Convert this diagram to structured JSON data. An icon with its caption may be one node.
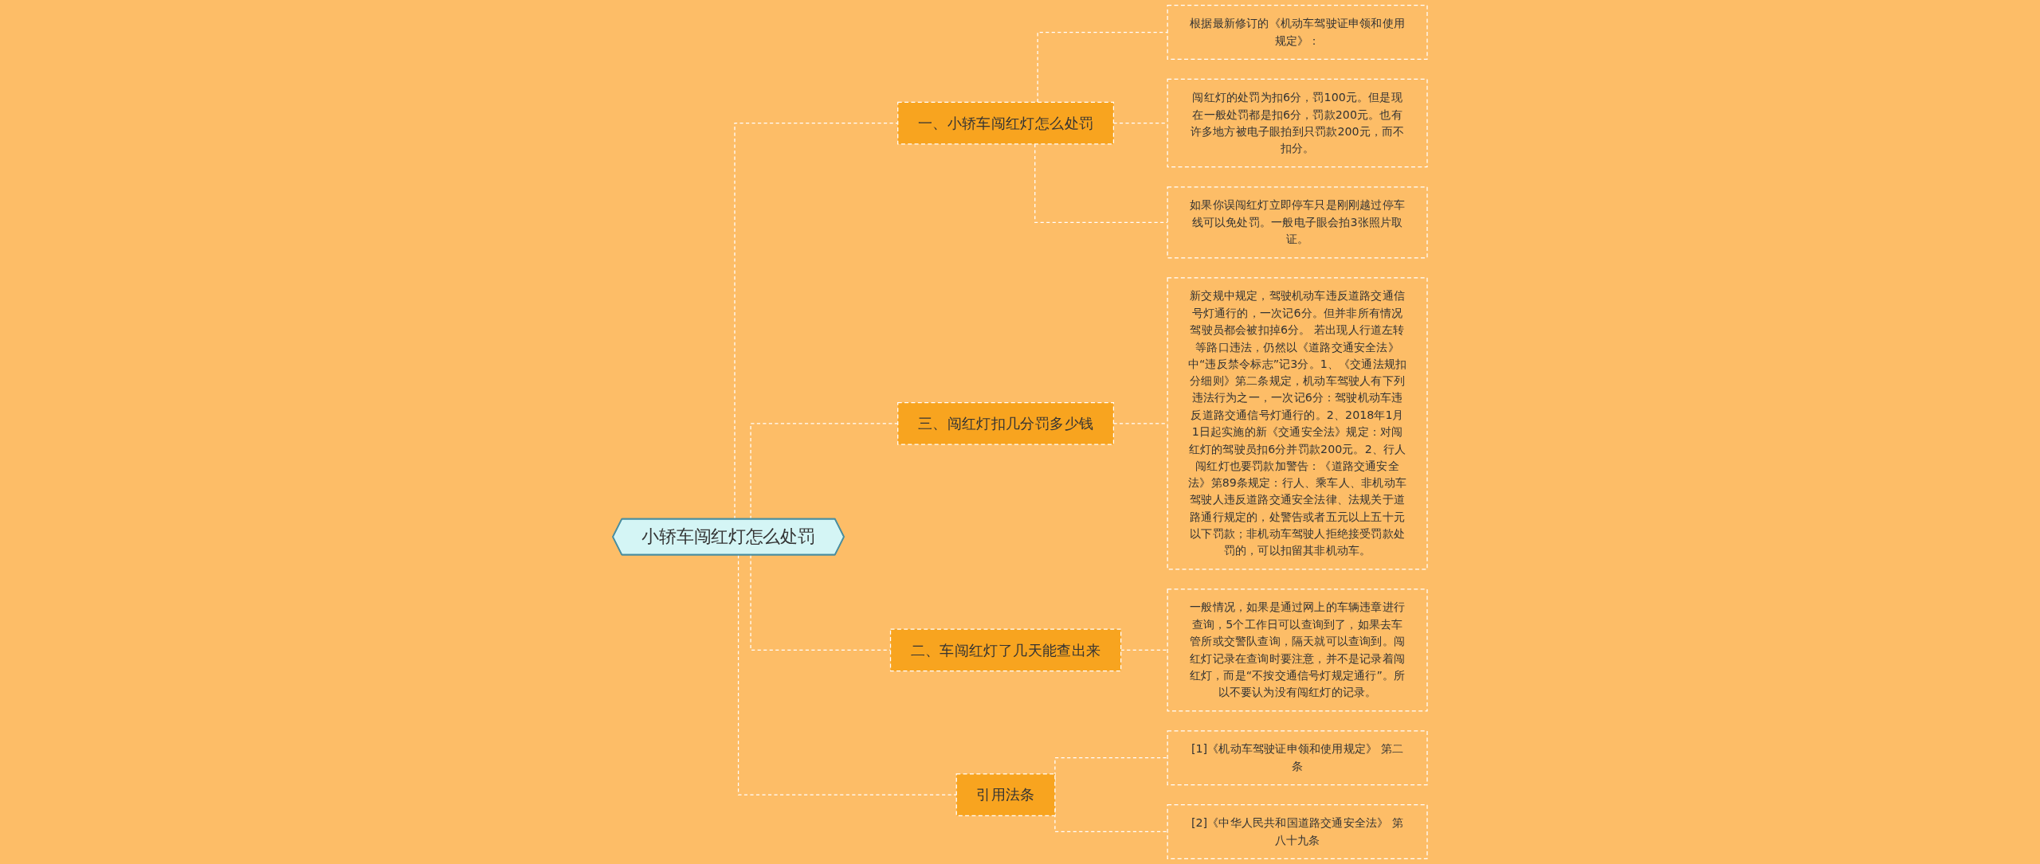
{
  "diagram": {
    "nodes": [
      {
        "text": [
          "小轿车闯红灯怎么处罚"
        ]
      },
      {
        "text": [
          "一、小轿车闯红灯怎么处罚"
        ]
      },
      {
        "text": [
          "根据最新修订的《机动车驾驶证申领和使用规定》："
        ]
      },
      {
        "text": [
          "闯红灯的处罚为扣6分，罚100元。但是现在一般处罚都是扣6分，罚款200元。也有许多地方被电子眼拍到只罚款200元，而不扣分。"
        ]
      },
      {
        "text": [
          "如果你误闯红灯立即停车只是刚刚越过停车线可以免处罚。一般电子眼会拍3张照片取证。"
        ]
      },
      {
        "text": [
          "三、闯红灯扣几分罚多少钱"
        ]
      },
      {
        "text": [
          "新交规中规定，驾驶机动车违反道路交通信号灯通行的，一次记6分。但并非所有情况驾驶员都会被扣掉6分。 若出现人行道左转等路口违法，仍然以《道路交通安全法》中“违反禁令标志”记3分。1、《交通法规扣分细则》第二条规定，机动车驾驶人有下列违法行为之一，一次记6分：驾驶机动车违反道路交通信号灯通行的。2、2018年1月1日起实施的新《交通安全法》规定：对闯红灯的驾驶员扣6分并罚款200元。2、行人闯红灯也要罚款加警告：《道路交通安全法》第89条规定：行人、乘车人、非机动车驾驶人违反道路交通安全法律、法规关于道路通行规定的，处警告或者五元以上五十元以下罚款；非机动车驾驶人拒绝接受罚款处罚的，可以扣留其非机动车。"
        ]
      },
      {
        "text": [
          "二、车闯红灯了几天能查出来"
        ]
      },
      {
        "text": [
          "一般情况，如果是通过网上的车辆违章进行查询，5个工作日可以查询到了，如果去车管所或交警队查询，隔天就可以查询到。闯红灯记录在查询时要注意，并不是记录着闯红灯，而是“不按交通信号灯规定通行”。所以不要认为没有闯红灯的记录。"
        ]
      },
      {
        "text": [
          "引用法条"
        ]
      },
      {
        "text": [
          "[1]《机动车驾驶证申领和使用规定》 第二条"
        ]
      },
      {
        "text": [
          "[2]《中华人民共和国道路交通安全法》 第八十九条"
        ]
      }
    ],
    "edges": [
      {
        "from": 0,
        "to": 1,
        "arrow": "none"
      },
      {
        "from": 1,
        "to": 2,
        "arrow": "none"
      },
      {
        "from": 1,
        "to": 3,
        "arrow": "none"
      },
      {
        "from": 1,
        "to": 4,
        "arrow": "none"
      },
      {
        "from": 0,
        "to": 5,
        "arrow": "none"
      },
      {
        "from": 5,
        "to": 6,
        "arrow": "none"
      },
      {
        "from": 0,
        "to": 7,
        "arrow": "none"
      },
      {
        "from": 7,
        "to": 8,
        "arrow": "none"
      },
      {
        "from": 0,
        "to": 9,
        "arrow": "none"
      },
      {
        "from": 9,
        "to": 10,
        "arrow": "none"
      },
      {
        "from": 9,
        "to": 11,
        "arrow": "none"
      }
    ]
  }
}
